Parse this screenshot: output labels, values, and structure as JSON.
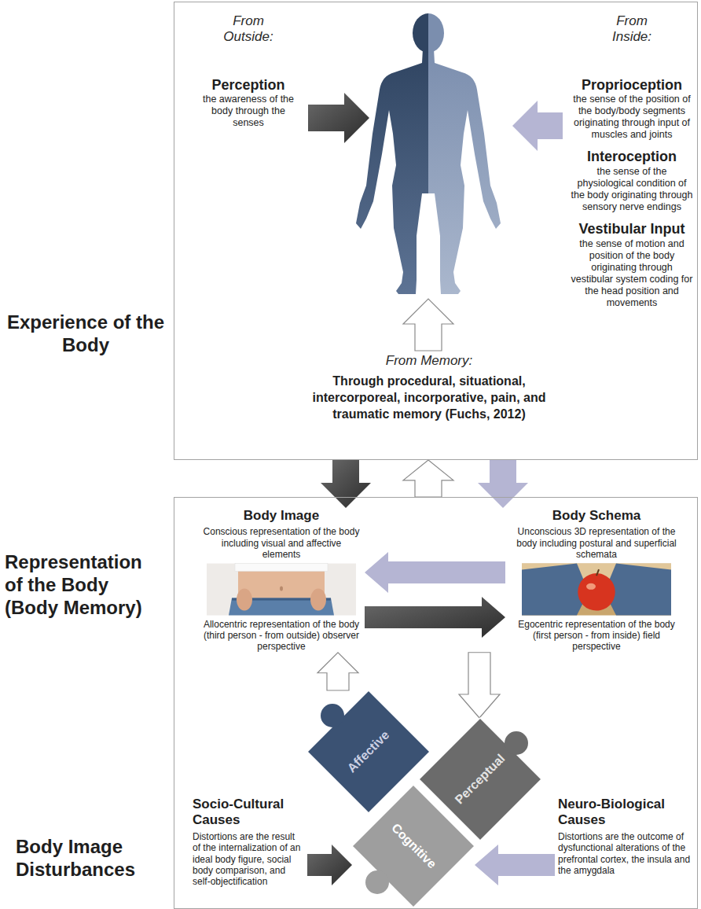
{
  "diagram": {
    "nodes": [
      {
        "text": [
          "Experience of the Body"
        ]
      },
      {
        "text": [
          "From Outside:",
          "Perception",
          "the awareness of the body through the senses"
        ],
        "in": 0
      },
      {
        "text": [
          "From Inside:",
          "Proprioception",
          "the sense of the position of the body/body segments originating through input of muscles and joints",
          "Interoception",
          "the sense of the physiological condition of the body originating through sensory nerve endings",
          "Vestibular Input",
          "the sense of motion and position of the body originating through vestibular system coding for the head position and movements"
        ],
        "in": 0
      },
      {
        "text": [
          "From Memory:",
          "Through procedural, situational, intercorporeal, incorporative, pain, and traumatic memory (Fuchs, 2012)"
        ],
        "in": 0
      },
      {
        "text": [
          "Representation of the Body (Body Memory)",
          "Body Image Disturbances"
        ]
      },
      {
        "text": [
          "Body Image",
          "Conscious representation of the body including visual and affective elements",
          "Allocentric representation of the body (third person - from outside) observer perspective"
        ],
        "in": 4
      },
      {
        "text": [
          "Body Schema",
          "Unconscious 3D representation of the body including postural and superficial schemata",
          "Egocentric representation of the body (first person - from inside) field perspective"
        ],
        "in": 4
      },
      {
        "text": [
          "Affective"
        ],
        "in": 4
      },
      {
        "text": [
          "Perceptual"
        ],
        "in": 4
      },
      {
        "text": [
          "Cognitive"
        ],
        "in": 4
      },
      {
        "text": [
          "Socio-Cultural Causes",
          "Distortions are the result of the internalization of an ideal body figure, social body comparison, and self-objectification"
        ],
        "in": 4
      },
      {
        "text": [
          "Neuro-Biological Causes",
          "Distortions are the outcome of dysfunctional alterations of the prefrontal cortex, the insula and the amygdala"
        ],
        "in": 4
      }
    ],
    "edges": [
      {
        "from": 0,
        "to": 5,
        "arrow": "to"
      },
      {
        "from": 4,
        "to": 0,
        "arrow": "to"
      },
      {
        "from": 0,
        "to": 6,
        "arrow": "to"
      },
      {
        "from": 6,
        "to": 5,
        "arrow": "to"
      },
      {
        "from": 5,
        "to": 6,
        "arrow": "to"
      },
      {
        "from": 7,
        "to": 5,
        "arrow": "to"
      },
      {
        "from": 6,
        "to": 8,
        "arrow": "to"
      },
      {
        "from": 10,
        "to": 9,
        "arrow": "to"
      },
      {
        "from": 11,
        "to": 9,
        "arrow": "to"
      }
    ]
  }
}
